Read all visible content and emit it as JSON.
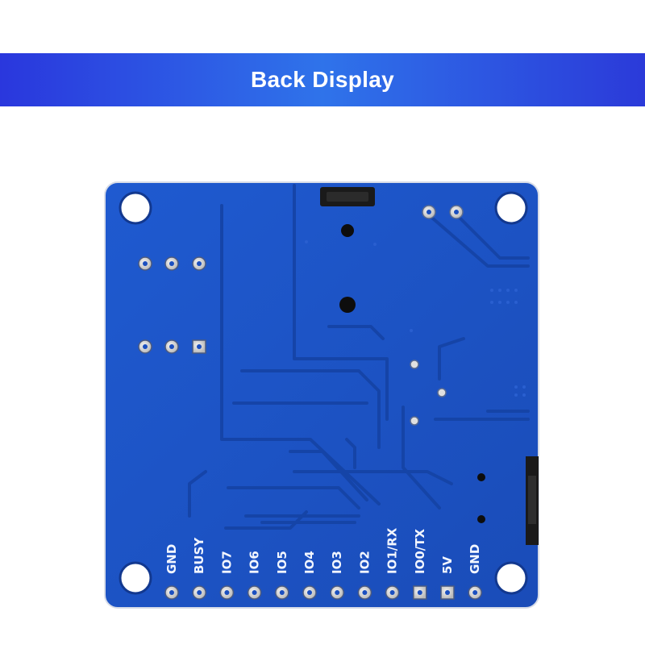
{
  "banner": {
    "title": "Back Display"
  },
  "pins": [
    {
      "label": "GND",
      "pad": "round"
    },
    {
      "label": "BUSY",
      "pad": "round"
    },
    {
      "label": "IO7",
      "pad": "round"
    },
    {
      "label": "IO6",
      "pad": "round"
    },
    {
      "label": "IO5",
      "pad": "round"
    },
    {
      "label": "IO4",
      "pad": "round"
    },
    {
      "label": "IO3",
      "pad": "round"
    },
    {
      "label": "IO2",
      "pad": "round"
    },
    {
      "label": "IO1/RX",
      "pad": "round"
    },
    {
      "label": "IO0/TX",
      "pad": "square"
    },
    {
      "label": "5V",
      "pad": "square"
    },
    {
      "label": "GND",
      "pad": "round"
    }
  ],
  "colors": {
    "banner_left": "#2a37dd",
    "banner_right": "#2f73ea",
    "pcb": "#1b4fbf",
    "trace": "#1745aa",
    "pad": "#d9d9d9"
  }
}
